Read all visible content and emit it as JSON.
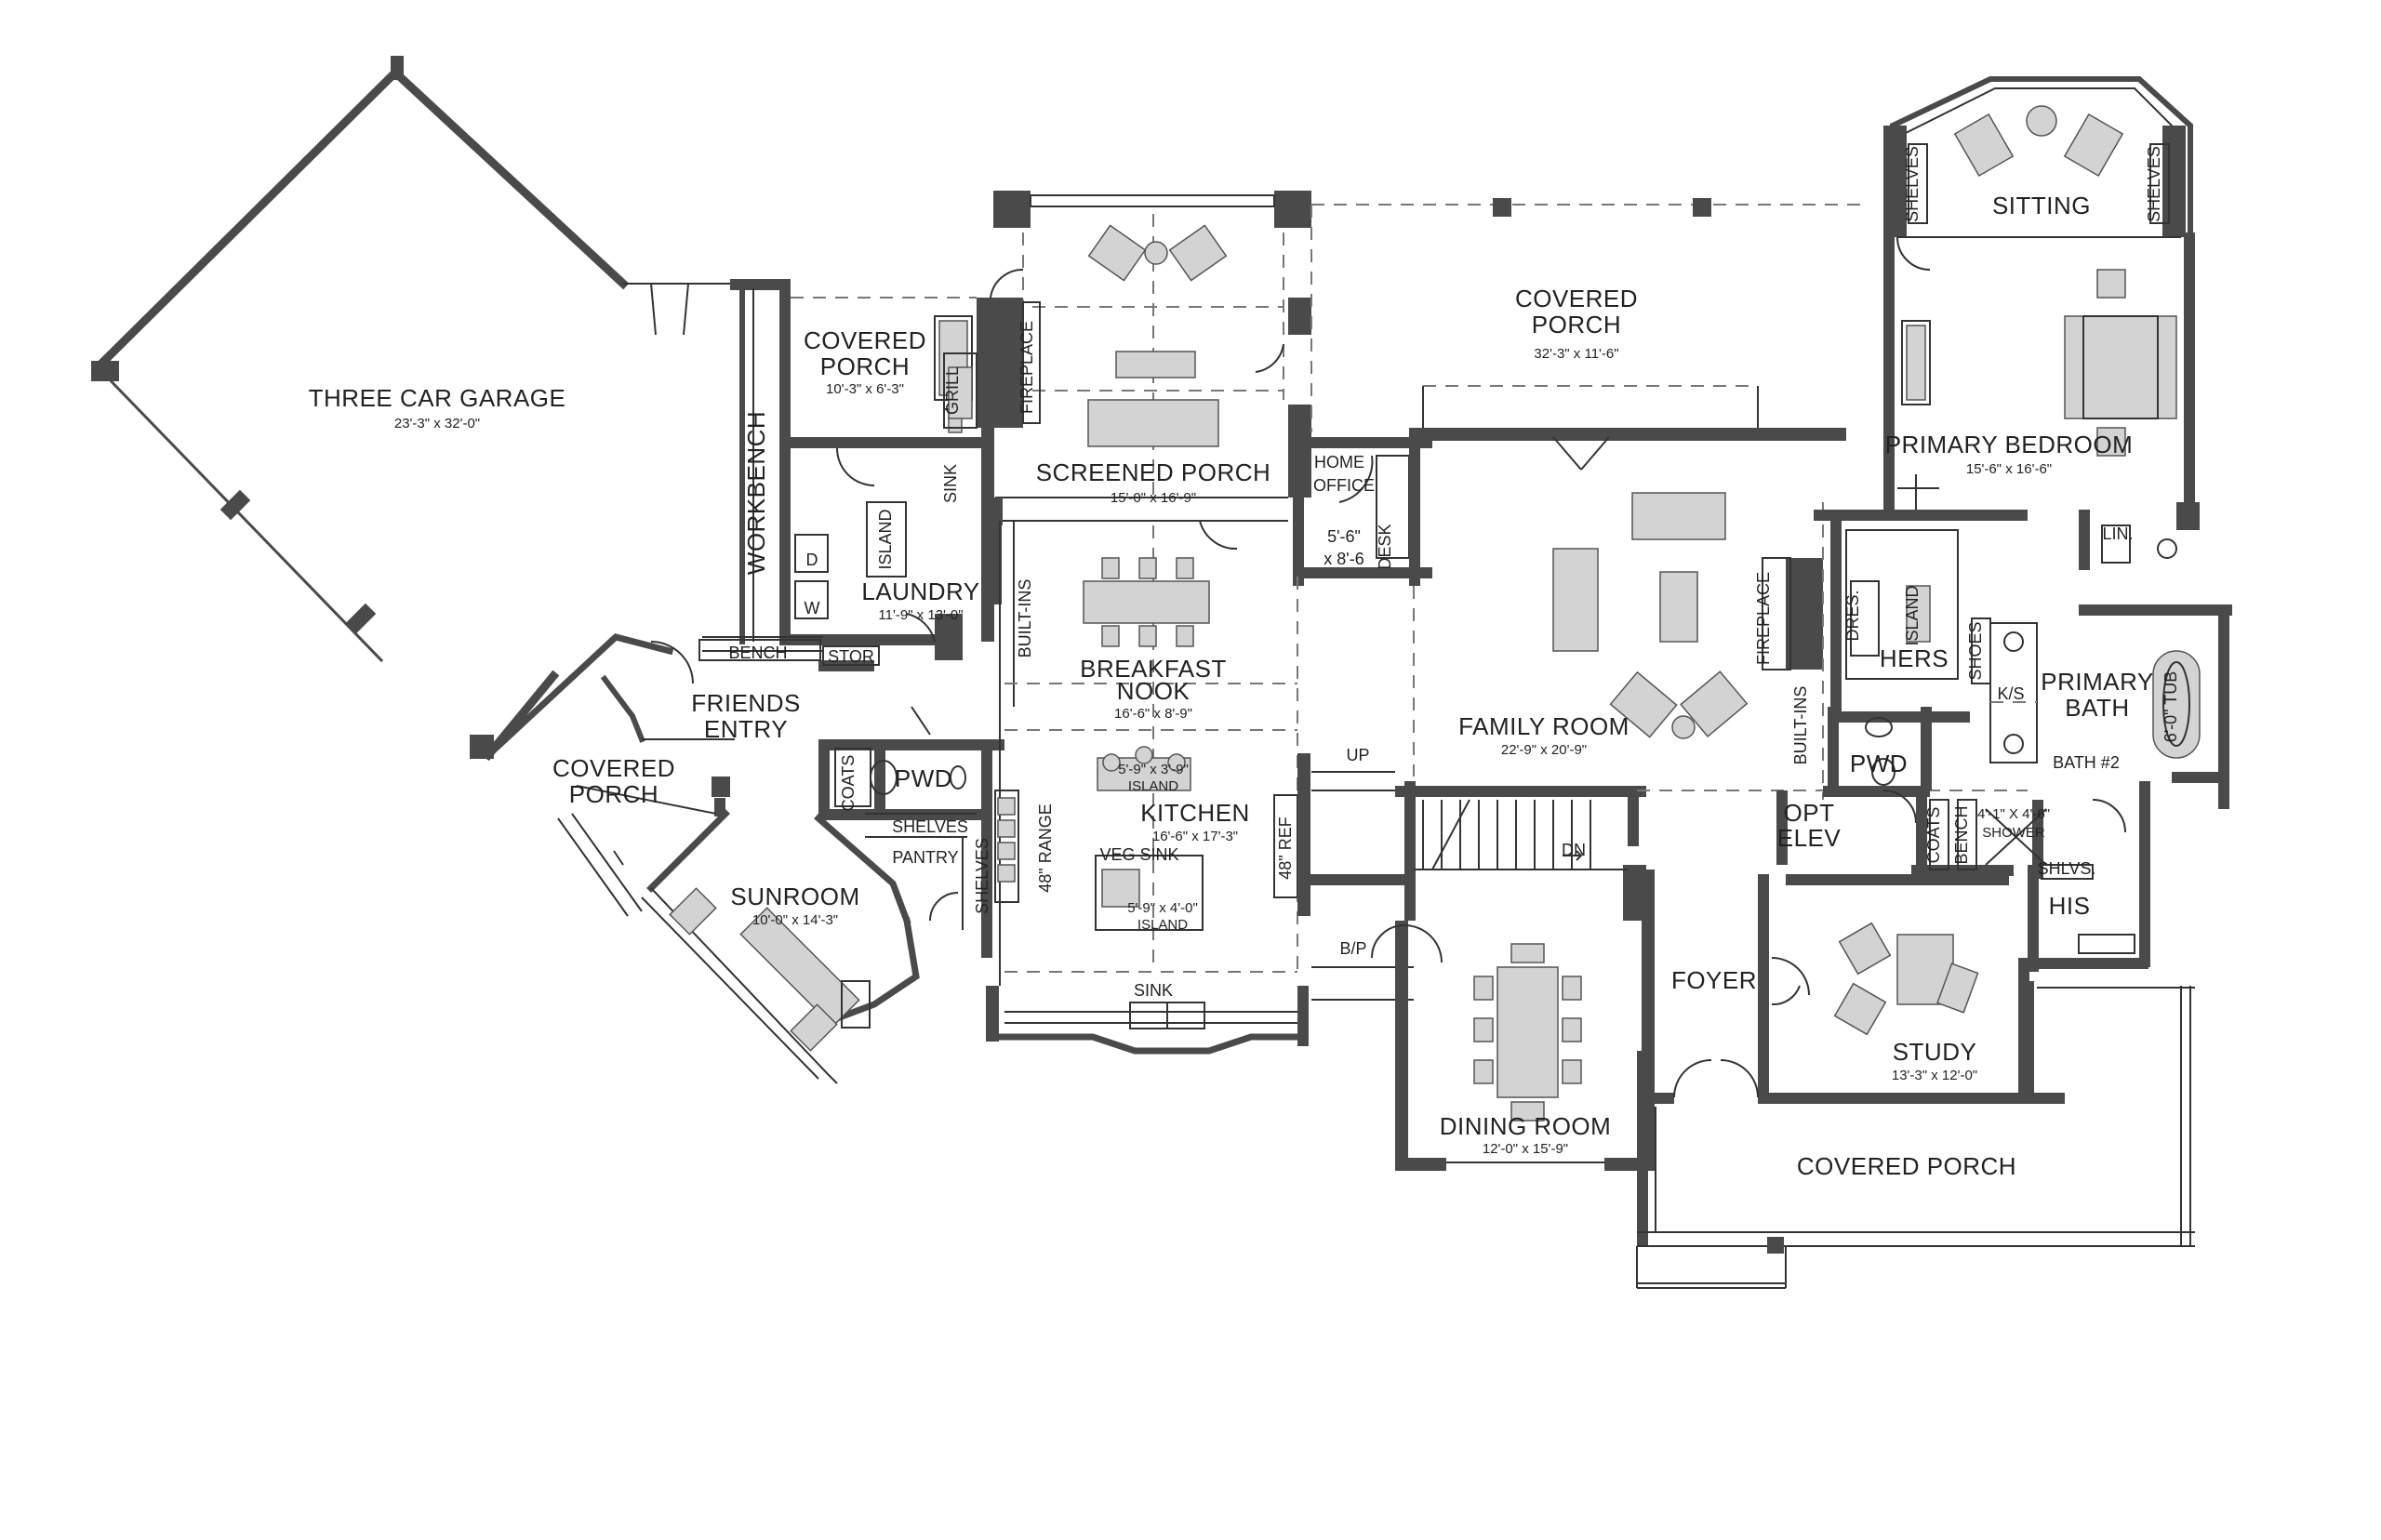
{
  "rooms": {
    "garage": {
      "name": "THREE CAR GARAGE",
      "dim": "23'-3\" x 32'-0\""
    },
    "covered_porch_side": {
      "name1": "COVERED",
      "name2": "PORCH",
      "dim": "10'-3\" x 6'-3\""
    },
    "screened_porch": {
      "name": "SCREENED PORCH",
      "dim": "15'-0\" x 16'-9\""
    },
    "covered_porch_rear": {
      "name1": "COVERED",
      "name2": "PORCH",
      "dim": "32'-3\" x 11'-6\""
    },
    "sitting": {
      "name": "SITTING"
    },
    "primary_bedroom": {
      "name": "PRIMARY BEDROOM",
      "dim": "15'-6\" x 16'-6\""
    },
    "home_office": {
      "name1": "HOME",
      "name2": "OFFICE",
      "dim1": "5'-6\"",
      "dim2": "x 8'-6"
    },
    "laundry": {
      "name": "LAUNDRY",
      "dim": "11'-9\" x 13'-0\""
    },
    "breakfast_nook": {
      "name1": "BREAKFAST",
      "name2": "NOOK",
      "dim": "16'-6\" x 8'-9\""
    },
    "family_room": {
      "name": "FAMILY ROOM",
      "dim": "22'-9\" x 20'-9\""
    },
    "hers": {
      "name": "HERS"
    },
    "primary_bath": {
      "name1": "PRIMARY",
      "name2": "BATH"
    },
    "friends_entry": {
      "name1": "FRIENDS",
      "name2": "ENTRY"
    },
    "covered_porch_entry": {
      "name1": "COVERED",
      "name2": "PORCH"
    },
    "kitchen": {
      "name": "KITCHEN",
      "dim": "16'-6\" x 17'-3\""
    },
    "pwd_left": {
      "name": "PWD"
    },
    "pwd_right": {
      "name": "PWD"
    },
    "opt_elev": {
      "name1": "OPT",
      "name2": "ELEV"
    },
    "pantry": {
      "name": "PANTRY"
    },
    "sunroom": {
      "name": "SUNROOM",
      "dim": "10'-0\" x 14'-3\""
    },
    "his": {
      "name": "HIS"
    },
    "foyer": {
      "name": "FOYER"
    },
    "study": {
      "name": "STUDY",
      "dim": "13'-3\" x 12'-0\""
    },
    "dining_room": {
      "name": "DINING ROOM",
      "dim": "12'-0\" x 15'-9\""
    },
    "covered_porch_front": {
      "name": "COVERED PORCH"
    }
  },
  "labels": {
    "workbench": "WORKBENCH",
    "grill": "GRILL",
    "fireplace_porch": "FIREPLACE",
    "sink_laundry": "SINK",
    "island_laundry": "ISLAND",
    "washer": "W",
    "dryer": "D",
    "bench": "BENCH",
    "stor": "STOR",
    "built_ins_left": "BUILT-INS",
    "desk": "DESK",
    "fireplace_family": "FIREPLACE",
    "built_ins_right": "BUILT-INS",
    "dres": "DRES.",
    "island_closet": "ISLAND",
    "shoes": "SHOES",
    "ks": "K/S",
    "tub": "6'-0\" TUB",
    "bath2": "BATH #2",
    "shelves_left": "SHELVES",
    "shelves_right": "SHELVES",
    "lin": "LIN.",
    "coats_left": "COATS",
    "island_kitchen_dim": "5'-9\" x 3'-9\"",
    "island_kitchen": "ISLAND",
    "shelves_pantry": "SHELVES",
    "shelves_pantry_vert": "SHELVES",
    "range": "48\" RANGE",
    "veg_sink": "VEG SINK",
    "island2_dim": "5'-9\" x 4'-0\"",
    "island2": "ISLAND",
    "ref": "48\" REF",
    "up": "UP",
    "dn": "DN",
    "bp": "B/P",
    "sink_kitchen": "SINK",
    "coats_right": "COATS",
    "bench_right": "BENCH",
    "shower_dim": "4'-1\" X 4'-6\"",
    "shower": "SHOWER",
    "shlvs": "SHLVS."
  }
}
